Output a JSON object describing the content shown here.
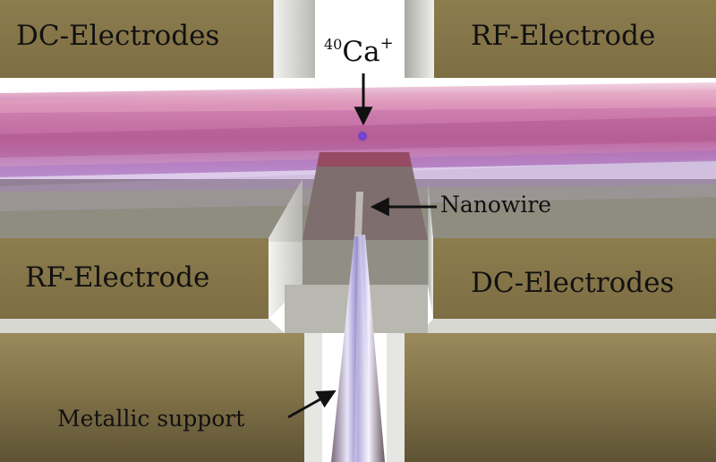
{
  "labels": {
    "dc_top_left": "DC-Electrodes",
    "rf_top_right": "RF-Electrode",
    "rf_mid_left": "RF-Electrode",
    "dc_mid_right": "DC-Electrodes",
    "ion_isotope": "40",
    "ion_element": "Ca",
    "ion_charge": "+",
    "nanowire": "Nanowire",
    "metallic_support": "Metallic support"
  },
  "colors": {
    "electrode_gold": "#8a7a4c",
    "laser_magenta": "#c25a9c",
    "ion_purple": "#6a3fc9",
    "arrow_black": "#111111"
  }
}
